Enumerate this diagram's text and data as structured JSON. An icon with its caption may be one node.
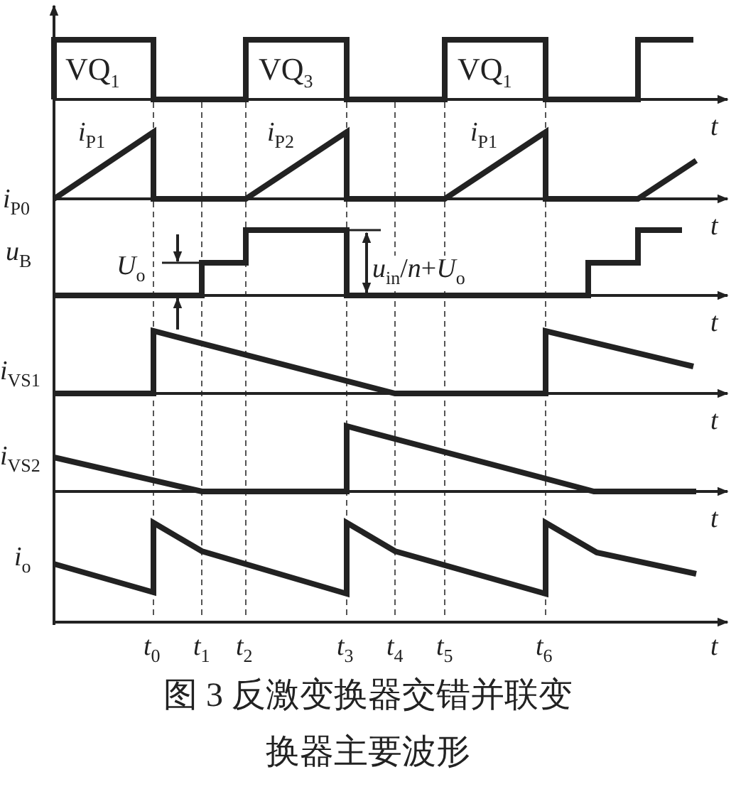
{
  "diagram": {
    "caption": "图 3 反激变换器交错并联变换器主要波形",
    "labels": [
      "VQ$_{1}$",
      "VQ$_{3}$",
      "VQ$_{1}$",
      "*t*",
      "*i*$_{P1}$",
      "*i*$_{P2}$",
      "*i*$_{P1}$",
      "*i*$_{P0}$",
      "*t*",
      "*u*$_{B}$",
      "*U*$_{o}$",
      "*u*$_{in}$/*n*+*U*$_{o}$",
      "*t*",
      "*i*$_{VS1}$",
      "*t*",
      "*i*$_{VS2}$",
      "*t*",
      "*i*$_{o}$",
      "*t*$_{0}$",
      "*t*$_{1}$",
      "*t*$_{2}$",
      "*t*$_{3}$",
      "*t*$_{4}$",
      "*t*$_{5}$",
      "*t*$_{6}$",
      "*t*"
    ]
  }
}
